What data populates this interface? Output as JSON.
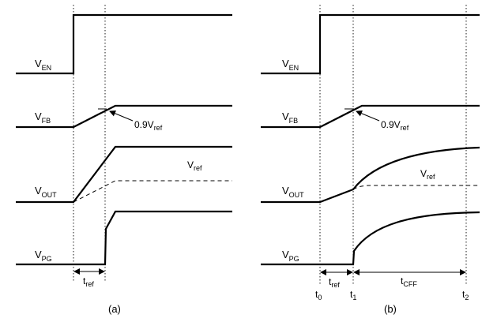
{
  "panel_a": {
    "caption": "(a)",
    "signals": [
      {
        "base": "V",
        "sub": "EN"
      },
      {
        "base": "V",
        "sub": "FB"
      },
      {
        "base": "V",
        "sub": "OUT"
      },
      {
        "base": "V",
        "sub": "PG"
      }
    ],
    "vfb_annotation": {
      "base": "0.9V",
      "sub": "ref"
    },
    "vref_label": {
      "base": "V",
      "sub": "ref"
    },
    "interval_tref": {
      "base": "t",
      "sub": "ref"
    }
  },
  "panel_b": {
    "caption": "(b)",
    "signals": [
      {
        "base": "V",
        "sub": "EN"
      },
      {
        "base": "V",
        "sub": "FB"
      },
      {
        "base": "V",
        "sub": "OUT"
      },
      {
        "base": "V",
        "sub": "PG"
      }
    ],
    "vfb_annotation": {
      "base": "0.9V",
      "sub": "ref"
    },
    "vref_label": {
      "base": "V",
      "sub": "ref"
    },
    "interval_tref": {
      "base": "t",
      "sub": "ref"
    },
    "interval_tcff": {
      "base": "t",
      "sub": "CFF"
    },
    "time_markers": [
      {
        "base": "t",
        "sub": "0"
      },
      {
        "base": "t",
        "sub": "1"
      },
      {
        "base": "t",
        "sub": "2"
      }
    ]
  }
}
